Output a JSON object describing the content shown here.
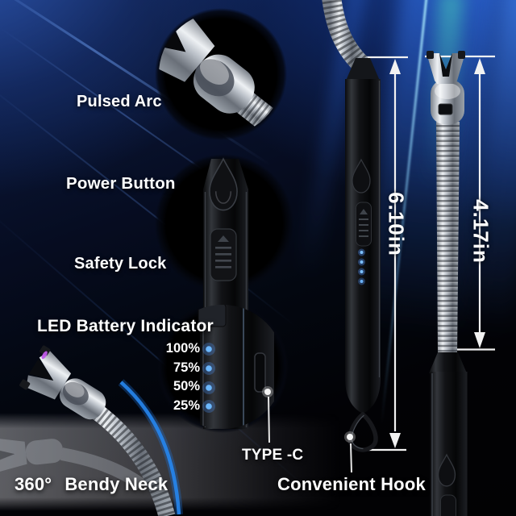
{
  "callouts": {
    "pulsed_arc": {
      "label": "Pulsed Arc"
    },
    "power_button": {
      "label": "Power Button"
    },
    "safety_lock": {
      "label": "Safety Lock"
    },
    "led_battery_indicator": {
      "label": "LED Battery Indicator",
      "levels": [
        "100%",
        "75%",
        "50%",
        "25%"
      ]
    },
    "bendy_neck": {
      "degree": "360°",
      "label": "Bendy Neck"
    },
    "type_c": {
      "label": "TYPE -C"
    },
    "convenient_hook": {
      "label": "Convenient Hook"
    }
  },
  "measurements": {
    "handle_length": "6.10in",
    "neck_length": "4.17in"
  },
  "icons": {
    "closeup_circles": [
      "pulsed-arc-closeup",
      "power-button-safety-lock-closeup",
      "battery-indicator-closeup"
    ],
    "pointers": [
      "type-c-pointer-dot",
      "hook-pointer-dot"
    ],
    "arrows": [
      "handle-length-arrow",
      "neck-length-arrow"
    ]
  },
  "colors": {
    "background_navy": "#122a5e",
    "highlight_blue": "#2f7ce8",
    "teal_streak": "#3fc9b5",
    "led_blue": "#5fb0ff",
    "arc_purple": "#c05ae8",
    "label_white": "#ffffff",
    "metal_silver": "#d7dbe0",
    "body_black": "#0c0d10"
  }
}
